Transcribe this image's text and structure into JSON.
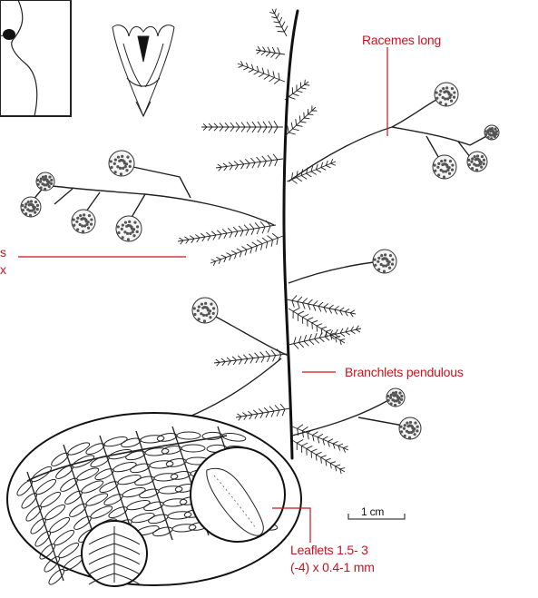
{
  "labels": {
    "racemes": "Racemes long",
    "branchlets": "Branchlets pendulous",
    "scale": "1 cm",
    "leaflets_line1": "Leaflets 1.5- 3",
    "leaflets_line2": "(-4) x 0.4-1 mm",
    "left_cut_1": "s",
    "left_cut_2": "x"
  },
  "colors": {
    "label_red": "#c8141e",
    "ink": "#111111"
  }
}
